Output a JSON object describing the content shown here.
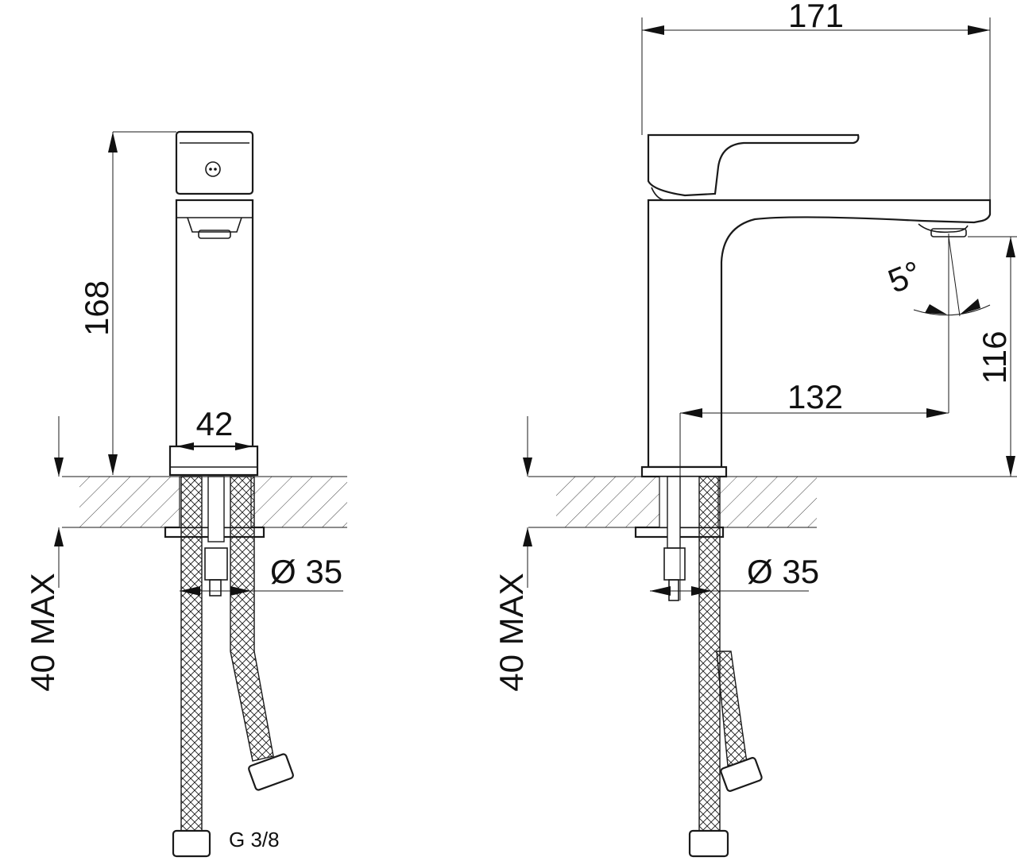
{
  "side_view": {
    "height_label": "168",
    "width_label": "42",
    "hole_label": "Ø 35",
    "thickness_label": "40 MAX",
    "thread_label": "G 3/8"
  },
  "front_view": {
    "length_label": "171",
    "reach_label": "132",
    "spout_height_label": "116",
    "angle_label": "5°",
    "hole_label": "Ø 35",
    "thickness_label": "40 MAX"
  }
}
